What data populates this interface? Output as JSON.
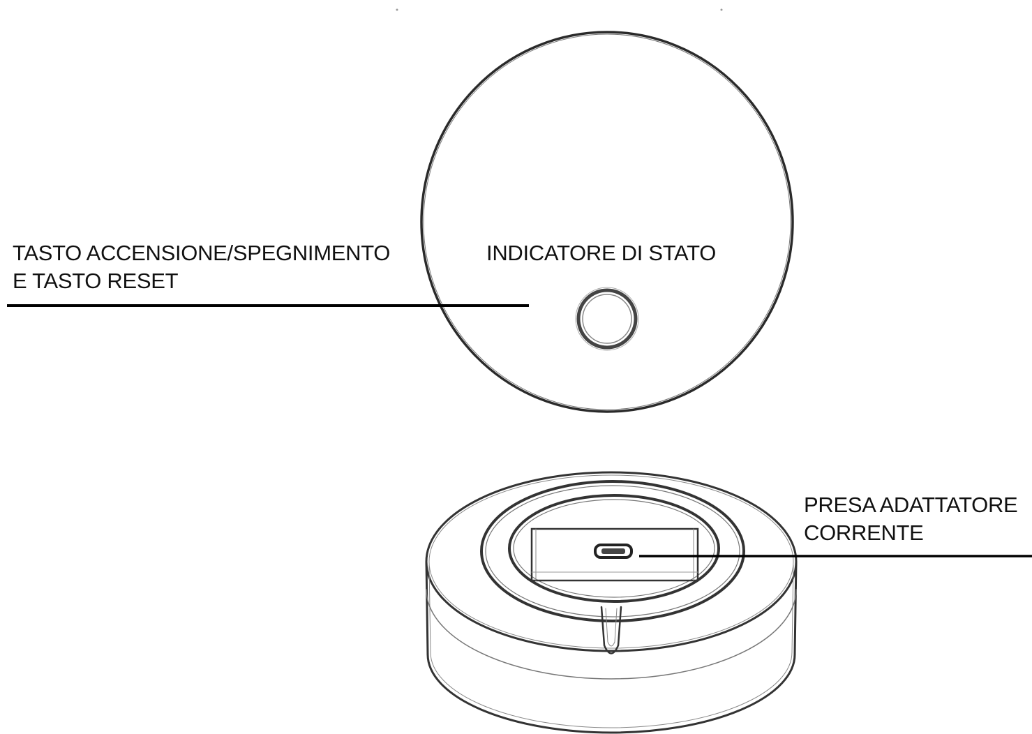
{
  "diagram": {
    "labels": {
      "power_reset": {
        "line1": "TASTO ACCENSIONE/SPEGNIMENTO",
        "line2": "E TASTO RESET"
      },
      "status_indicator": {
        "line1": "INDICATORE DI STATO"
      },
      "power_adapter": {
        "line1": "PRESA ADATTATORE",
        "line2": "CORRENTE"
      }
    },
    "colors": {
      "outline": "#333333",
      "leader_line": "#000000",
      "background": "#ffffff"
    }
  }
}
